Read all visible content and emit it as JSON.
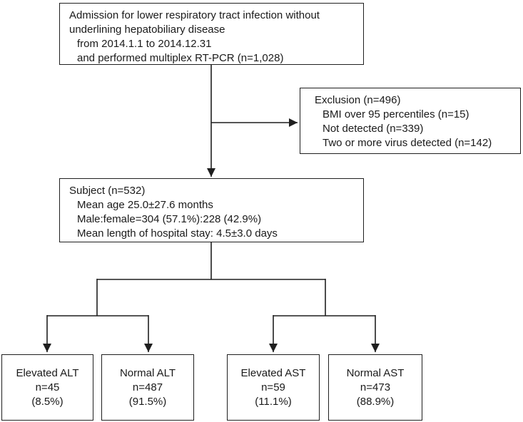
{
  "diagram": {
    "type": "study-flowchart",
    "background_color": "#ffffff",
    "ink_color": "#1f1f1f",
    "nodes": {
      "admission": {
        "lines": [
          "Admission for lower respiratory tract infection without",
          "underlining hepatobiliary disease",
          "from 2014.1.1 to 2014.12.31",
          "and performed multiplex RT-PCR (n=1,028)"
        ]
      },
      "exclusion": {
        "lines": [
          "Exclusion (n=496)",
          "BMI over 95 percentiles (n=15)",
          "Not detected (n=339)",
          "Two or more virus detected (n=142)"
        ]
      },
      "subject": {
        "lines": [
          "Subject (n=532)",
          "Mean age 25.0±27.6 months",
          "Male:female=304 (57.1%):228 (42.9%)",
          "Mean length of hospital stay: 4.5±3.0 days"
        ]
      },
      "elevated_alt": {
        "lines": [
          "Elevated ALT",
          "n=45",
          "(8.5%)"
        ]
      },
      "normal_alt": {
        "lines": [
          "Normal ALT",
          "n=487",
          "(91.5%)"
        ]
      },
      "elevated_ast": {
        "lines": [
          "Elevated AST",
          "n=59",
          "(11.1%)"
        ]
      },
      "normal_ast": {
        "lines": [
          "Normal AST",
          "n=473",
          "(88.9%)"
        ]
      }
    }
  }
}
